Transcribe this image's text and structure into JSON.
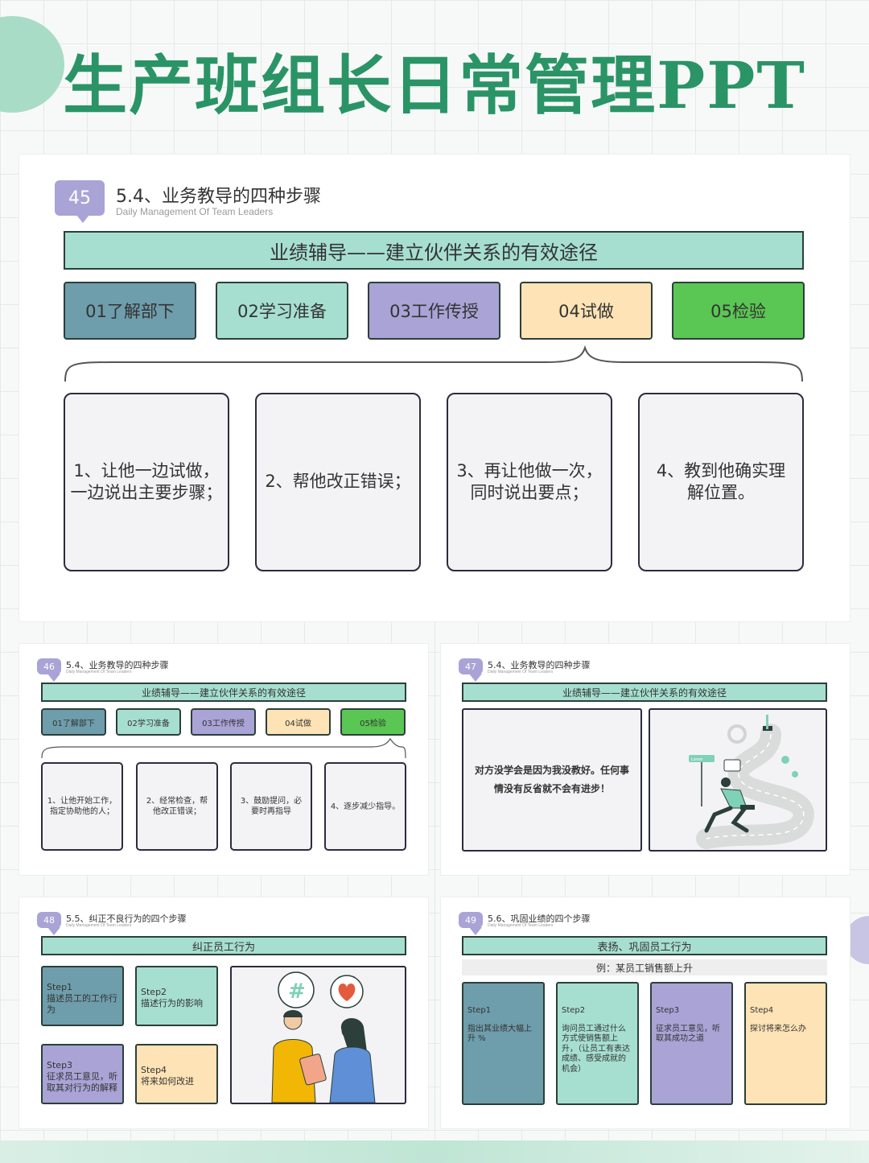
{
  "page_title": "生产班组长日常管理PPT",
  "slide45": {
    "number": "45",
    "title": "5.4、业务教导的四种步骤",
    "subtitle": "Daily Management Of Team Leaders",
    "banner": "业绩辅导——建立伙伴关系的有效途径",
    "steps": [
      "01了解部下",
      "02学习准备",
      "03工作传授",
      "04试做",
      "05检验"
    ],
    "cards": [
      "1、让他一边试做，\n一边说出主要步骤；",
      "2、帮他改正错误；",
      "3、再让他做一次，\n同时说出要点；",
      "4、教到他确实理\n解位置。"
    ]
  },
  "slide46": {
    "number": "46",
    "title": "5.4、业务教导的四种步骤",
    "subtitle": "Daily Management Of Team Leaders",
    "banner": "业绩辅导——建立伙伴关系的有效途径",
    "steps": [
      "01了解部下",
      "02学习准备",
      "03工作传授",
      "04试做",
      "05检验"
    ],
    "cards": [
      "1、让他开始工作，\n指定协助他的人；",
      "2、经常检查，帮\n他改正错误；",
      "3、鼓励提问，必\n要时再指导",
      "4、逐步减少指导。"
    ]
  },
  "slide47": {
    "number": "47",
    "title": "5.4、业务教导的四种步骤",
    "subtitle": "Daily Management Of Team Leaders",
    "banner": "业绩辅导——建立伙伴关系的有效途径",
    "quote": "对方没学会是因为我没教好。任何事\n情没有反省就不会有进步！",
    "illustration_label": "Lorem"
  },
  "slide48": {
    "number": "48",
    "title": "5.5、纠正不良行为的四个步骤",
    "subtitle": "Daily Management Of Team Leaders",
    "banner": "纠正员工行为",
    "steps": [
      {
        "label": "Step1",
        "text": "描述员工的工作行为"
      },
      {
        "label": "Step2",
        "text": "描述行为的影响"
      },
      {
        "label": "Step3",
        "text": "征求员工意见，听取其对行为的解释"
      },
      {
        "label": "Step4",
        "text": "将来如何改进"
      }
    ],
    "bubble_symbol": "#"
  },
  "slide49": {
    "number": "49",
    "title": "5.6、巩固业绩的四个步骤",
    "subtitle": "Daily Management Of Team Leaders",
    "banner": "表扬、巩固员工行为",
    "example": "例：某员工销售额上升",
    "steps": [
      {
        "label": "Step1",
        "text": "指出其业绩大幅上升    %"
      },
      {
        "label": "Step2",
        "text": "询问员工通过什么方式使销售额上升，（让员工有表达成绩、感受成就的机会）"
      },
      {
        "label": "Step3",
        "text": "征求员工意见，听取其成功之道"
      },
      {
        "label": "Step4",
        "text": "探讨将来怎么办"
      }
    ]
  },
  "colors": {
    "title_green": "#2a9466",
    "mint": "#a6dfcf",
    "slate": "#6e9dab",
    "lavender": "#a9a3d6",
    "peach": "#fde3b5",
    "green": "#5ac653"
  }
}
